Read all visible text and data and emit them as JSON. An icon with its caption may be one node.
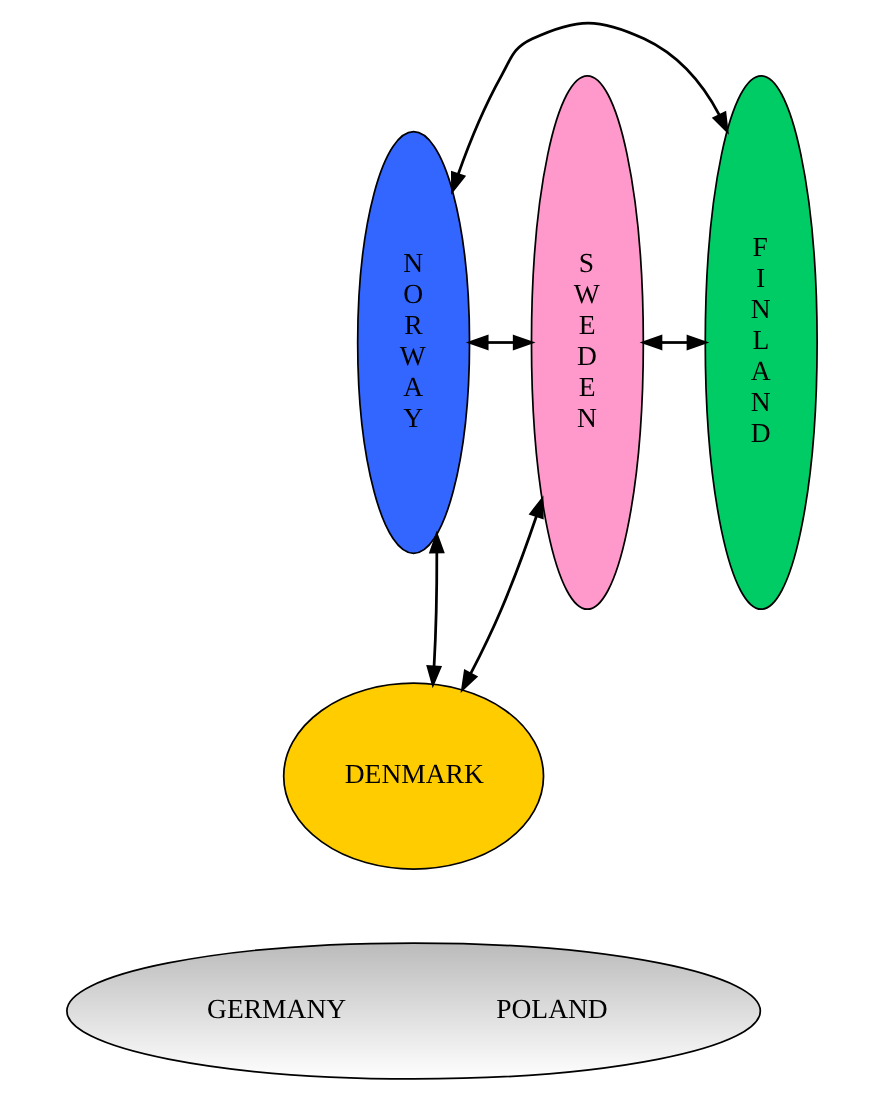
{
  "diagram": {
    "nodes": [
      {
        "text": [
          "NORWAY"
        ]
      },
      {
        "text": [
          "SWEDEN"
        ]
      },
      {
        "text": [
          "FINLAND"
        ]
      },
      {
        "text": [
          "DENMARK"
        ]
      },
      {
        "text": [
          "GERMANY",
          "POLAND"
        ]
      }
    ],
    "edges": [
      {
        "from": 0,
        "to": 2,
        "arrow": "both"
      },
      {
        "from": 0,
        "to": 1,
        "arrow": "both"
      },
      {
        "from": 1,
        "to": 2,
        "arrow": "both"
      },
      {
        "from": 0,
        "to": 3,
        "arrow": "both"
      },
      {
        "from": 3,
        "to": 1,
        "arrow": "both"
      }
    ]
  }
}
